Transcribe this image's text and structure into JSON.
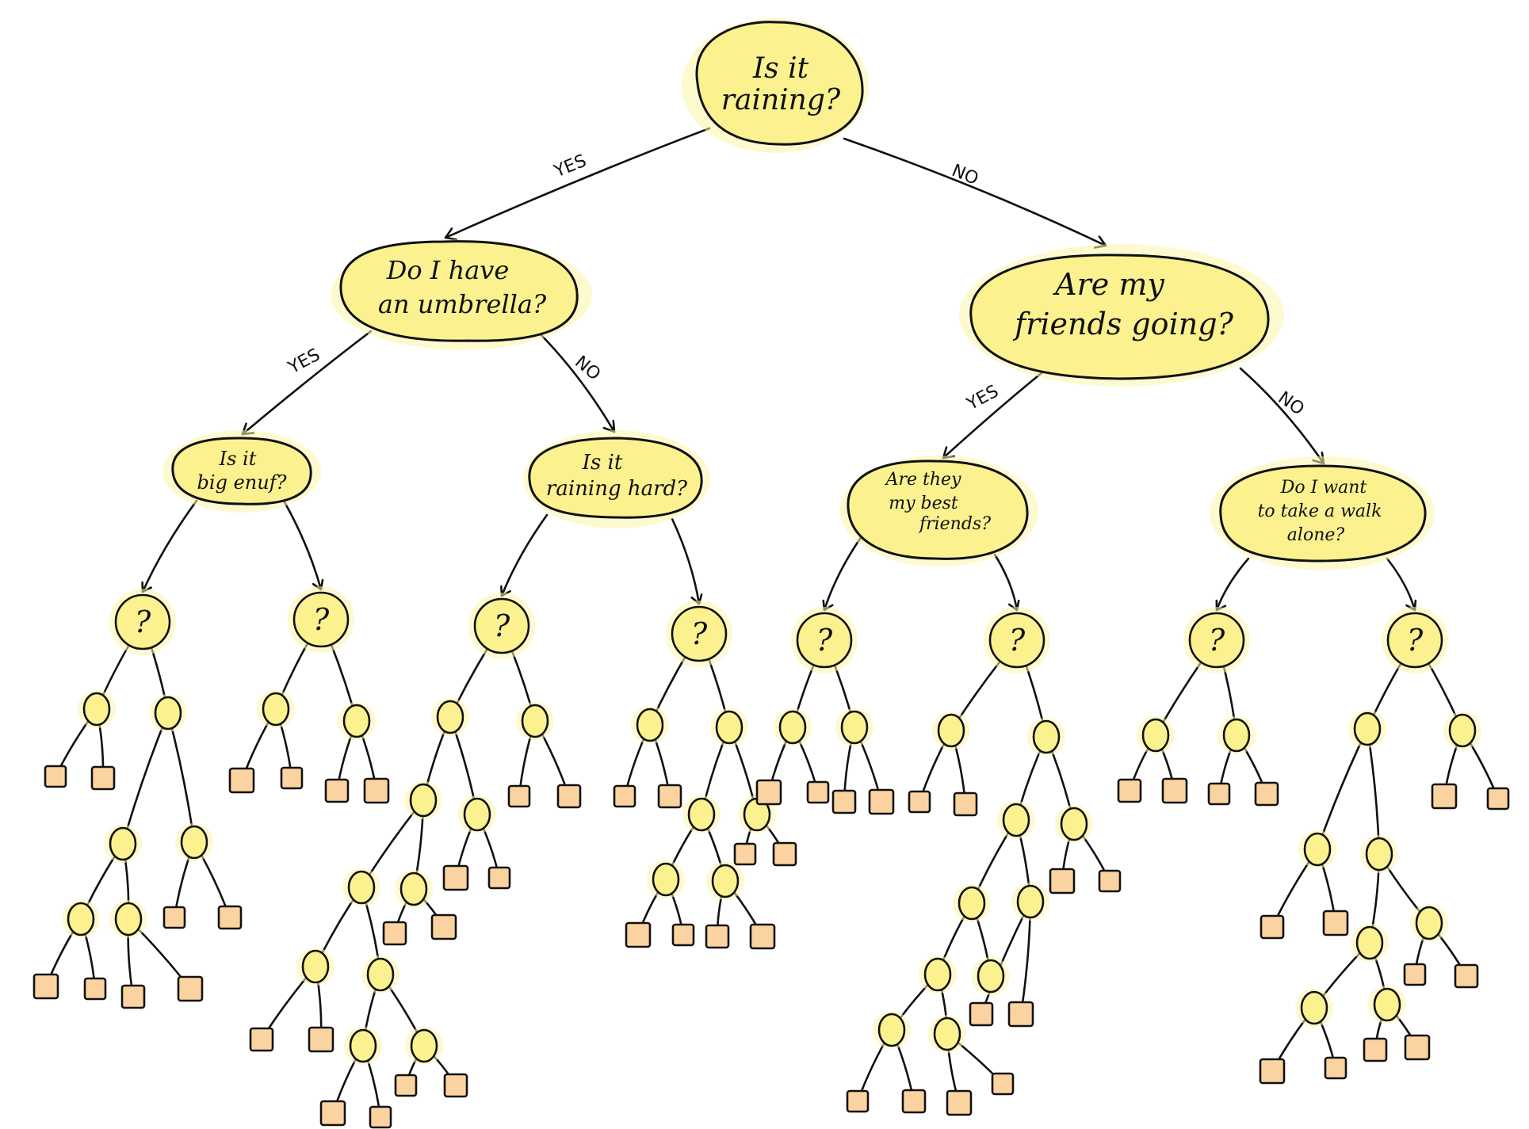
{
  "diagram": {
    "questions": {
      "root": [
        "Is it",
        "raining?"
      ],
      "umbrella": [
        "Do I have",
        "an umbrella?"
      ],
      "friends": [
        "Are my",
        "friends going?"
      ],
      "big_umbrella": [
        "Is it",
        "big enuf?"
      ],
      "raining_hard": [
        "Is it",
        "raining hard?"
      ],
      "best_friends": [
        "Are they",
        "my best",
        "friends?"
      ],
      "walk_alone": [
        "Do I want",
        "to take a walk",
        "alone?"
      ]
    },
    "edge_labels": {
      "root_yes": "YES",
      "root_no": "NO",
      "umbrella_yes": "YES",
      "umbrella_no": "NO",
      "friends_yes": "YES",
      "friends_no": "NO"
    },
    "unknown_symbol": "?",
    "colors": {
      "node_fill": "#fbf28f",
      "leaf_fill": "#fbd3a0",
      "stroke": "#111111"
    }
  }
}
